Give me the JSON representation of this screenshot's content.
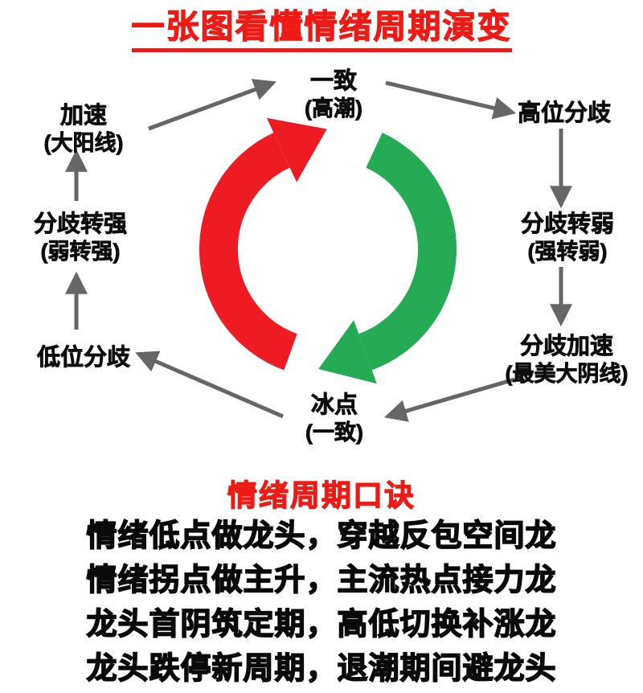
{
  "title": "一张图看懂情绪周期演变",
  "cycle": {
    "nodes": [
      {
        "label": "一致",
        "sub": "(高潮)"
      },
      {
        "label": "高位分歧",
        "sub": ""
      },
      {
        "label": "分歧转弱",
        "sub": "(强转弱)"
      },
      {
        "label": "分歧加速",
        "sub": "(最美大阴线)"
      },
      {
        "label": "冰点",
        "sub": "(一致)"
      },
      {
        "label": "低位分歧",
        "sub": ""
      },
      {
        "label": "分歧转强",
        "sub": "(弱转强)"
      },
      {
        "label": "加速",
        "sub": "(大阳线)"
      }
    ]
  },
  "mnemonic": {
    "heading": "情绪周期口诀",
    "lines": [
      "情绪低点做龙头，穿越反包空间龙",
      "情绪拐点做主升，主流热点接力龙",
      "龙头首阴筑定期，高低切换补涨龙",
      "龙头跌停新周期，退潮期间避龙头"
    ]
  },
  "colors": {
    "title_red": "#ed1a15",
    "red_arrow": "#ee1b22",
    "green_arrow": "#25ab54",
    "connector_gray": "#666666",
    "text_black": "#0d0d0d"
  }
}
